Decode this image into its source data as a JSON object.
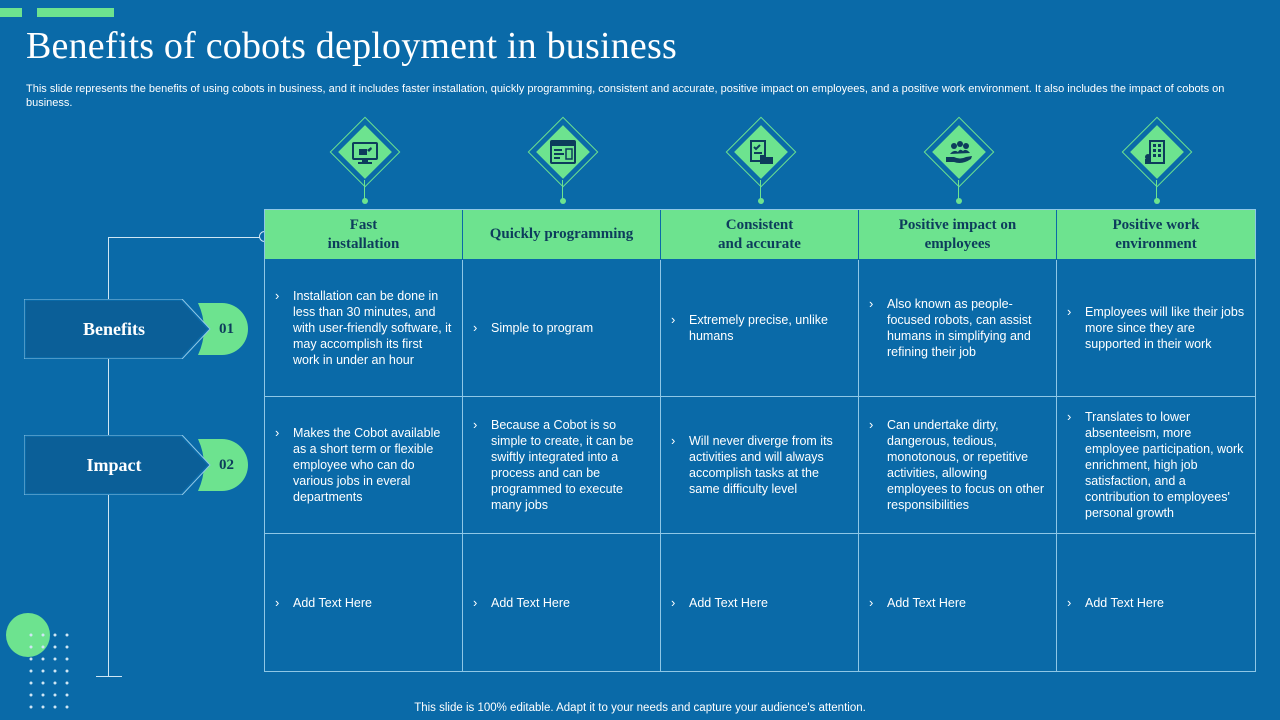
{
  "title": "Benefits of cobots deployment in business",
  "subtitle": "This slide represents the benefits of using cobots in business, and it includes faster installation, quickly programming, consistent and accurate, positive impact on employees, and a positive work environment. It also includes the impact of cobots on business.",
  "footer": "This slide is 100% editable. Adapt it to your needs and capture your audience's attention.",
  "colors": {
    "background": "#0a6aa8",
    "accent": "#6de38f",
    "dark_text": "#0d3c5c",
    "grid_line": "#8fc7e6"
  },
  "bullet_glyph": "›",
  "columns": [
    {
      "header": "Fast\ninstallation",
      "icon": "monitor-robot-icon"
    },
    {
      "header": "Quickly programming",
      "icon": "code-window-icon"
    },
    {
      "header": "Consistent\nand accurate",
      "icon": "checklist-folder-icon"
    },
    {
      "header": "Positive impact on\nemployees",
      "icon": "hand-people-icon"
    },
    {
      "header": "Positive work\nenvironment",
      "icon": "office-building-icon"
    }
  ],
  "rows": [
    {
      "label": "Benefits",
      "number": "01",
      "cells": [
        "Installation can be done in less than 30 minutes, and with user-friendly software, it may accomplish its first work in under an hour",
        "Simple to program",
        "Extremely precise, unlike humans",
        "Also known as people-focused robots, can assist humans in simplifying and refining their job",
        "Employees will like their jobs more since they are supported in their work"
      ]
    },
    {
      "label": "Impact",
      "number": "02",
      "cells": [
        "Makes the Cobot available as a short term or flexible employee who can do various jobs in everal departments",
        "Because a Cobot is so simple to create, it can be swiftly integrated into a process and can be programmed to execute many jobs",
        "Will never diverge from its activities and will always accomplish tasks at the same difficulty level",
        "Can undertake dirty, dangerous, tedious, monotonous, or repetitive activities, allowing employees to focus on other responsibilities",
        "Translates to lower absenteeism, more employee participation, work enrichment, high job satisfaction, and a contribution to employees' personal growth"
      ]
    },
    {
      "cells": [
        "Add Text Here",
        "Add Text Here",
        "Add Text Here",
        "Add Text Here",
        "Add Text Here"
      ]
    }
  ]
}
